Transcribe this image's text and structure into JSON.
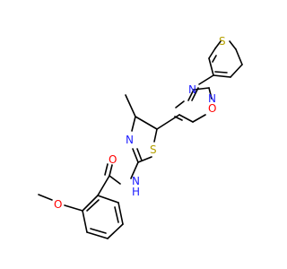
{
  "molecule": {
    "atoms": [
      {
        "id": "S1",
        "label": "S",
        "color": "#b5a000"
      },
      {
        "id": "N1",
        "label": "N",
        "color": "#2020ff"
      },
      {
        "id": "O1",
        "label": "O",
        "color": "#ff0000"
      },
      {
        "id": "N2",
        "label": "N",
        "color": "#2020ff"
      },
      {
        "id": "S2",
        "label": "S",
        "color": "#b5a000"
      },
      {
        "id": "N3",
        "label": "N",
        "color": "#2020ff"
      },
      {
        "id": "NH",
        "label": "N",
        "color": "#2020ff"
      },
      {
        "id": "HN",
        "label": "H",
        "color": "#2020ff"
      },
      {
        "id": "O2",
        "label": "O",
        "color": "#ff0000"
      },
      {
        "id": "O3",
        "label": "O",
        "color": "#ff0000"
      }
    ],
    "bond_color": "#000000"
  }
}
